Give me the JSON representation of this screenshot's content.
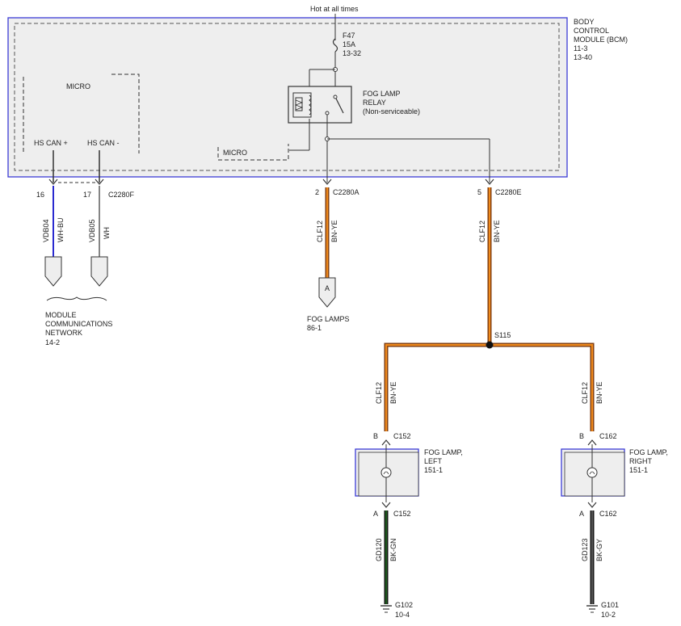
{
  "top": {
    "hot_label": "Hot at all times"
  },
  "bcm": {
    "title_lines": [
      "BODY",
      "CONTROL",
      "MODULE (BCM)",
      "11-3",
      "13-40"
    ],
    "micro_left": "MICRO",
    "micro_bottom": "MICRO",
    "hs_can_plus": "HS CAN +",
    "hs_can_minus": "HS CAN -"
  },
  "fuse": {
    "lines": [
      "F47",
      "15A",
      "13-32"
    ]
  },
  "relay": {
    "lines": [
      "FOG LAMP",
      "RELAY",
      "(Non-serviceable)"
    ]
  },
  "can_wires": {
    "pin_plus": "16",
    "pin_minus": "17",
    "connector": "C2280F",
    "wire1_circuit": "VDB04",
    "wire1_color": "WH-BU",
    "wire2_circuit": "VDB05",
    "wire2_color": "WH",
    "network_lines": [
      "MODULE",
      "COMMUNICATIONS",
      "NETWORK",
      "14-2"
    ]
  },
  "fog_feed": {
    "pin": "2",
    "connector": "C2280A",
    "circuit": "CLF12",
    "color": "BN-YE",
    "ref_letter": "A",
    "ref_lines": [
      "FOG LAMPS",
      "86-1"
    ]
  },
  "main_feed": {
    "pin": "5",
    "connector": "C2280E",
    "circuit": "CLF12",
    "color": "BN-YE",
    "splice": "S115"
  },
  "left_lamp": {
    "circuit": "CLF12",
    "color": "BN-YE",
    "pin_in": "B",
    "connector_in": "C152",
    "label_lines": [
      "FOG LAMP,",
      "LEFT",
      "151-1"
    ],
    "pin_out": "A",
    "connector_out": "C152",
    "ground_circuit": "GD120",
    "ground_color": "BK-GN",
    "ground": "G102",
    "ground_ref": "10-4"
  },
  "right_lamp": {
    "circuit": "CLF12",
    "color": "BN-YE",
    "pin_in": "B",
    "connector_in": "C162",
    "label_lines": [
      "FOG LAMP,",
      "RIGHT",
      "151-1"
    ],
    "pin_out": "A",
    "connector_out": "C162",
    "ground_circuit": "GD123",
    "ground_color": "BK-GY",
    "ground": "G101",
    "ground_ref": "10-2"
  },
  "colors": {
    "module_border": "#3b3bd6",
    "module_fill": "#eeeeee",
    "wire_bn_ye_outer": "#7a3a10",
    "wire_bn_ye_inner": "#f08a1c",
    "wire_bk_gn": "#1e5a1e",
    "wire_bk_gy": "#333333",
    "wire_wh_bu": "#2a2ad0",
    "wire_plain": "#333333"
  }
}
